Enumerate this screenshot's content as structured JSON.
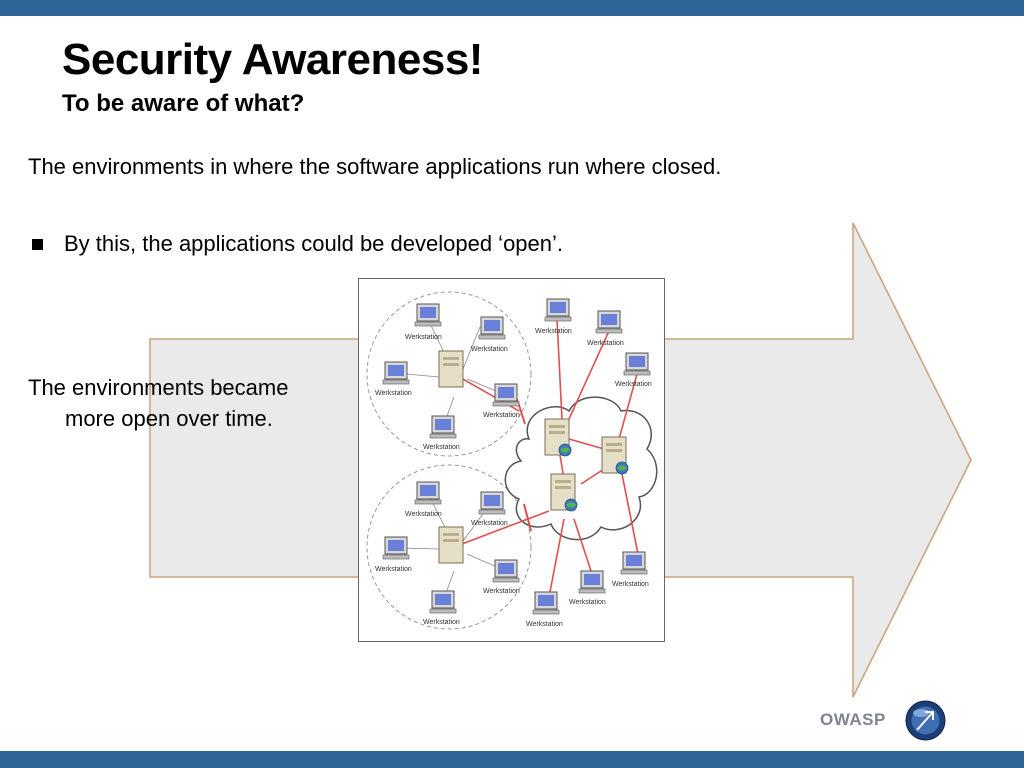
{
  "slide": {
    "title": "Security Awareness!",
    "subtitle": "To be aware of what?",
    "line1": "The environments in where the software applications run where closed.",
    "bullet": "By this, the applications could be developed ‘open’.",
    "line3": "The environments became",
    "line4": "more open over time."
  },
  "diagram": {
    "node_label": "Werkstation"
  },
  "footer": {
    "logo_text": "OWASP"
  },
  "colors": {
    "bar": "#2f6496",
    "arrow_fill": "#eaeaea",
    "arrow_stroke": "#c9a27a",
    "link": "#e05050"
  }
}
